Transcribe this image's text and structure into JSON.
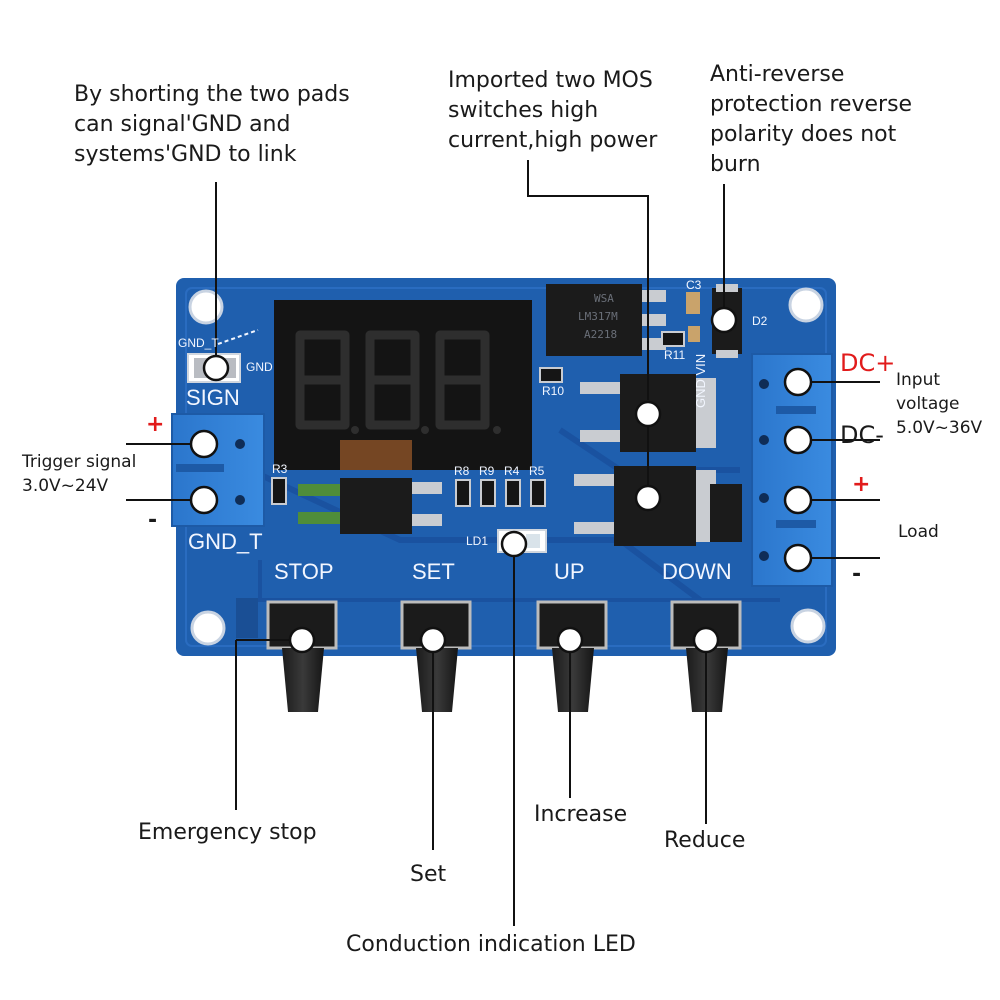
{
  "annotations": {
    "signal_gnd": [
      "By shorting the two pads",
      "can signal'GND and",
      "systems'GND to link"
    ],
    "mos": [
      "Imported two MOS",
      "switches high",
      "current,high power"
    ],
    "anti_reverse": [
      "Anti-reverse",
      "protection reverse",
      "polarity does not",
      "burn"
    ],
    "trigger": [
      "Trigger signal",
      "3.0V~24V"
    ],
    "input_voltage": [
      "Input",
      "voltage",
      "5.0V~36V"
    ],
    "dc_plus": "DC+",
    "dc_minus": "DC-",
    "load": "Load",
    "emergency_stop": "Emergency stop",
    "set": "Set",
    "increase": "Increase",
    "reduce": "Reduce",
    "led": "Conduction indication LED",
    "plus": "+",
    "minus": "-"
  },
  "board_labels": {
    "sign": "SIGN",
    "gnd_t": "GND_T",
    "gnd_t_top": "GND_T",
    "gnd_side": "GND",
    "gnd_vin": "GND  VIN",
    "stop": "STOP",
    "set": "SET",
    "up": "UP",
    "down": "DOWN",
    "c3": "C3",
    "d2": "D2",
    "r3": "R3",
    "r8": "R8",
    "r9": "R9",
    "r4": "R4",
    "r5": "R5",
    "r10": "R10",
    "r11": "R11",
    "ld1": "LD1"
  },
  "chip_labels": {
    "regulator": [
      "WSA",
      "LM317M",
      "A2218"
    ]
  },
  "colors": {
    "pcb": "#1f5fae",
    "pcb_dark": "#17457f",
    "terminal": "#2f7fd6",
    "display": "#141414",
    "segment": "#2a2a2a",
    "annotation_red": "#e11b1b"
  }
}
